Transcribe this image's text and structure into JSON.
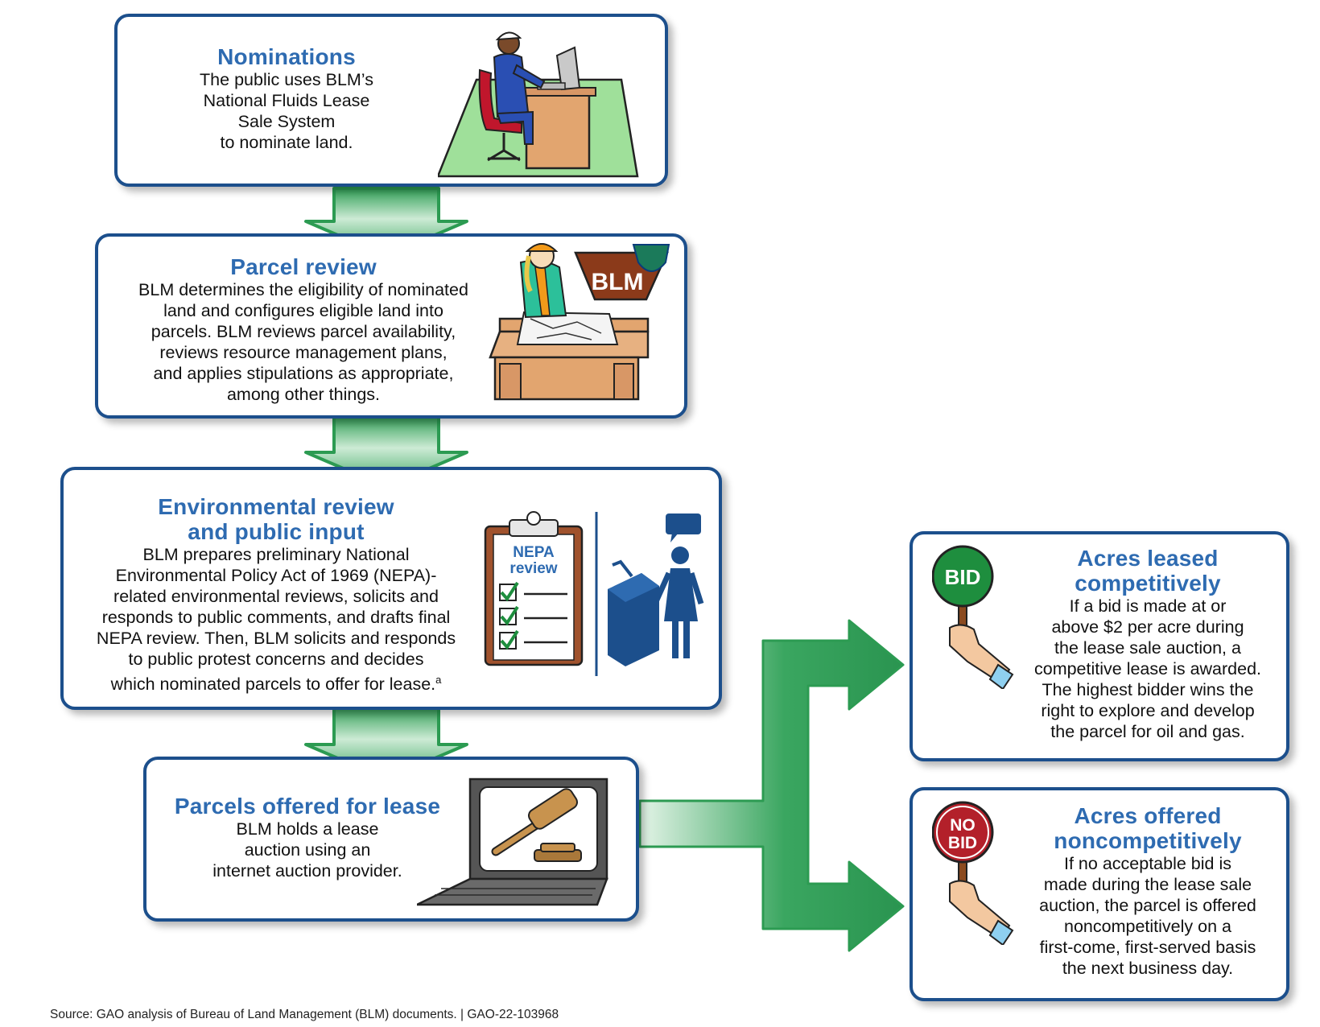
{
  "steps": {
    "nominations": {
      "title": "Nominations",
      "lines": [
        "The public uses BLM’s",
        "National Fluids Lease",
        "Sale System",
        "to nominate land."
      ]
    },
    "parcel_review": {
      "title": "Parcel review",
      "lines": [
        "BLM determines the eligibility of nominated",
        "land and configures eligible land into",
        "parcels. BLM reviews parcel availability,",
        "reviews resource management plans,",
        "and applies stipulations as appropriate,",
        "among other things."
      ],
      "badge": "BLM"
    },
    "environmental_review": {
      "title_lines": [
        "Environmental review",
        "and public input"
      ],
      "lines": [
        "BLM prepares preliminary National",
        "Environmental Policy Act of 1969 (NEPA)-",
        "related environmental reviews, solicits and",
        "responds to public comments, and drafts final",
        "NEPA review. Then, BLM solicits and responds",
        "to public protest concerns and decides"
      ],
      "last_line": "which nominated parcels to offer for lease.",
      "footnote_marker": "a",
      "clipboard_label": [
        "NEPA",
        "review"
      ]
    },
    "parcels_offered": {
      "title": "Parcels offered for lease",
      "lines": [
        "BLM holds a lease",
        "auction using an",
        "internet auction provider."
      ]
    }
  },
  "outcomes": {
    "competitive": {
      "title_lines": [
        "Acres leased",
        "competitively"
      ],
      "lines": [
        "If a bid is made at or",
        "above $2 per acre during",
        "the lease sale auction, a",
        "competitive lease is awarded.",
        "The highest bidder wins the",
        "right to explore and develop",
        "the parcel for oil and gas."
      ],
      "sign": "BID",
      "sign_color": "#1e8e3e"
    },
    "noncompetitive": {
      "title_lines": [
        "Acres offered",
        "noncompetitively"
      ],
      "lines": [
        "If no acceptable bid is",
        "made during the lease sale",
        "auction, the parcel is offered",
        "noncompetitively on a",
        "first-come, first-served basis",
        "the next business day."
      ],
      "sign_lines": [
        "NO",
        "BID"
      ],
      "sign_color": "#b3202a"
    }
  },
  "source": "Source: GAO analysis of Bureau of Land Management (BLM) documents.  |  GAO-22-103968",
  "colors": {
    "box_border": "#1c4f8c",
    "title_blue": "#2e6bb1",
    "arrow_green": "#2f9e55",
    "arrow_light": "#d6efdc"
  }
}
